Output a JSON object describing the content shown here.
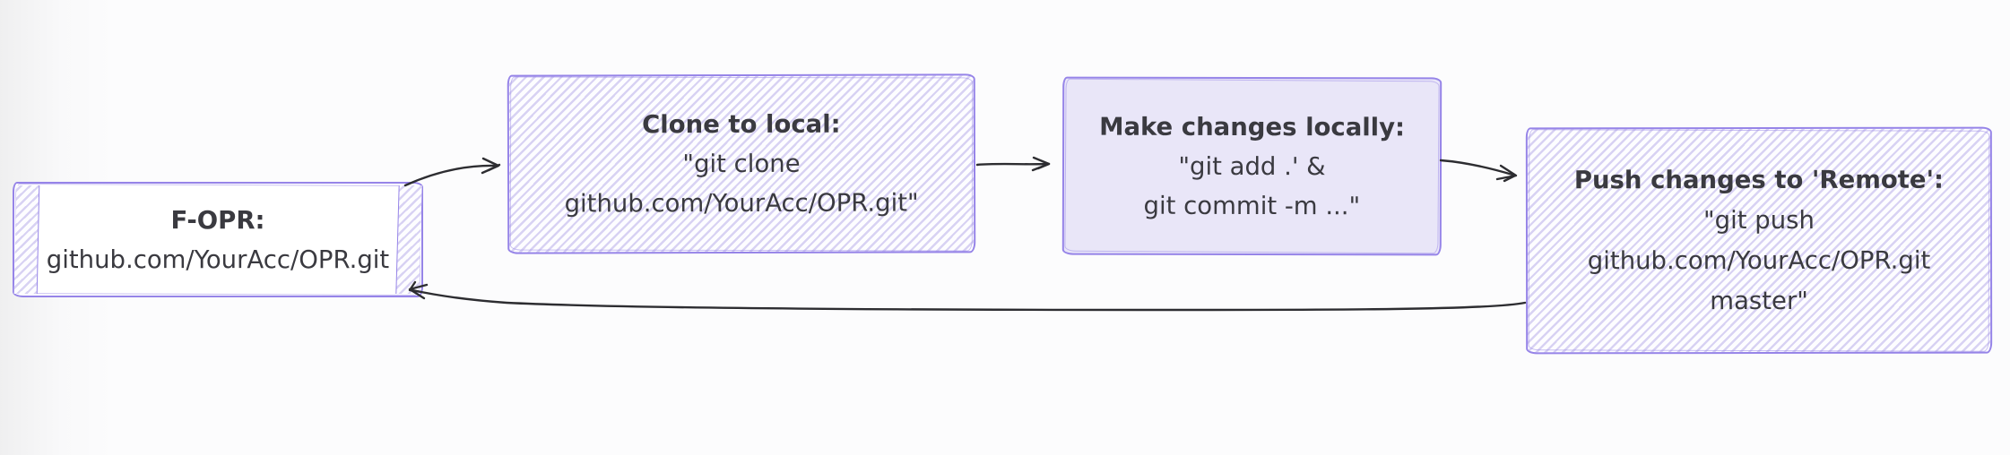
{
  "diagram": {
    "type": "flowchart",
    "theme": {
      "background": "#fcfcfd",
      "node_border_color": "#9684e8",
      "hachure_stroke_color": "#d8d2f3",
      "solid_fill_color": "#e9e6f8",
      "text_color": "#3a3a40",
      "arrow_color": "#2d2d31"
    },
    "nodes": [
      {
        "id": "remote-repo",
        "title": "F-OPR:",
        "lines": [
          "github.com/YourAcc/OPR.git"
        ],
        "fill": "white-with-hachure-edges"
      },
      {
        "id": "clone-local",
        "title": "Clone to local:",
        "lines": [
          "\"git clone",
          "github.com/YourAcc/OPR.git\""
        ],
        "fill": "hachure"
      },
      {
        "id": "make-changes",
        "title": "Make changes locally:",
        "lines": [
          "\"git add .' &",
          "git commit -m ...\""
        ],
        "fill": "solid"
      },
      {
        "id": "push-remote",
        "title": "Push changes to 'Remote':",
        "lines": [
          "\"git push",
          "github.com/YourAcc/OPR.git",
          "master\""
        ],
        "fill": "hachure"
      }
    ],
    "arrows": [
      {
        "from": "remote-repo",
        "to": "clone-local"
      },
      {
        "from": "clone-local",
        "to": "make-changes"
      },
      {
        "from": "make-changes",
        "to": "push-remote"
      },
      {
        "from": "push-remote",
        "to": "remote-repo"
      }
    ]
  }
}
